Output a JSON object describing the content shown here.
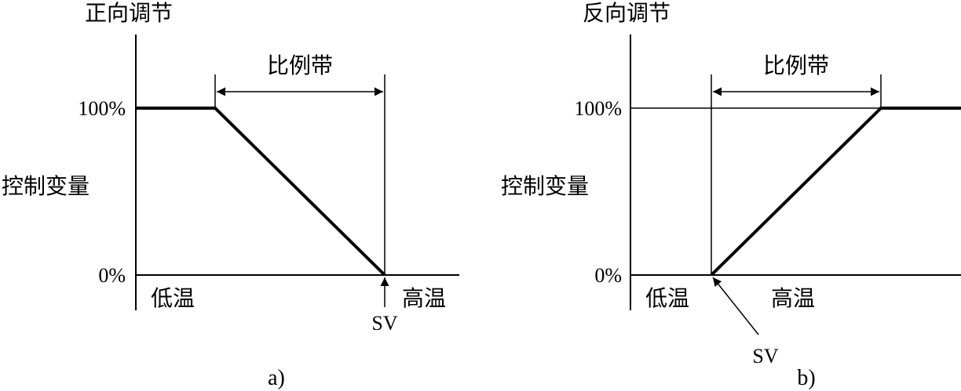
{
  "panel_a": {
    "title": "正向调节",
    "y_label": "控制变量",
    "tick_top": "100%",
    "tick_bottom": "0%",
    "band_label": "比例带",
    "low_label": "低温",
    "high_label": "高温",
    "sv_label": "SV",
    "caption": "a)"
  },
  "panel_b": {
    "title": "反向调节",
    "y_label": "控制变量",
    "tick_top": "100%",
    "tick_bottom": "0%",
    "band_label": "比例带",
    "low_label": "低温",
    "high_label": "高温",
    "sv_label": "SV",
    "caption": "b)"
  }
}
